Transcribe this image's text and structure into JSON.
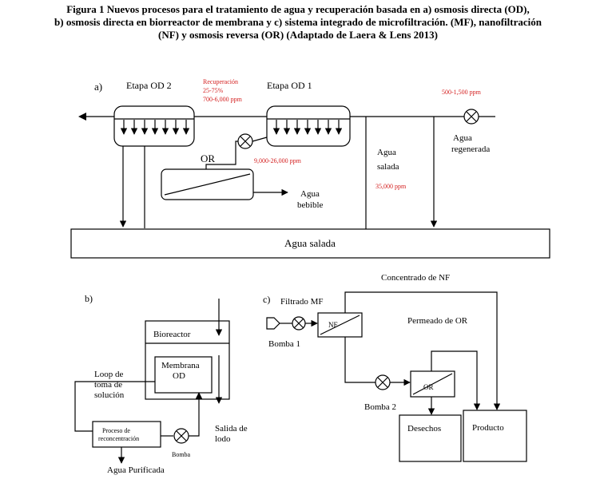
{
  "caption": {
    "line1": "Figura 1 Nuevos procesos para el tratamiento de agua y  recuperación basada en a) osmosis directa (OD),",
    "line2": "b) osmosis directa en biorreactor de membrana y c) sistema integrado de microfiltración.  (MF), nanofiltración",
    "line3": "(NF) y osmosis reversa (OR) (Adaptado de Laera & Lens 2013)"
  },
  "panel_a": {
    "label": "a)",
    "stage2": "Etapa OD 2",
    "stage1": "Etapa OD 1",
    "recovery1": "Recuperación",
    "recovery2": "25-75%",
    "recovery3": "700-6,000 ppm",
    "inlet_ppm": "500-1,500 ppm",
    "regen1": "Agua",
    "regen2": "regenerada",
    "or_label": "OR",
    "or_ppm": "9,000-26,000 ppm",
    "salty1": "Agua",
    "salty2": "salada",
    "salty_ppm": "35,000 ppm",
    "drink1": "Agua",
    "drink2": "bebible",
    "tank": "Agua salada"
  },
  "panel_b": {
    "label": "b)",
    "bioreactor": "Bioreactor",
    "membrane1": "Membrana",
    "membrane2": "OD",
    "loop1": "Loop de",
    "loop2": "toma de",
    "loop3": "solución",
    "process1": "Proceso de",
    "process2": "reconcentración",
    "pump": "Bomba",
    "sludge1": "Salida de",
    "sludge2": "lodo",
    "purified": "Agua Purificada"
  },
  "panel_c": {
    "label": "c)",
    "nf_concentrate": "Concentrado de NF",
    "mf_filtrate": "Filtrado MF",
    "nf": "NF",
    "or_permeate": "Permeado de OR",
    "pump1": "Bomba 1",
    "pump2": "Bomba  2",
    "or": "OR",
    "waste": "Desechos",
    "product": "Producto"
  }
}
